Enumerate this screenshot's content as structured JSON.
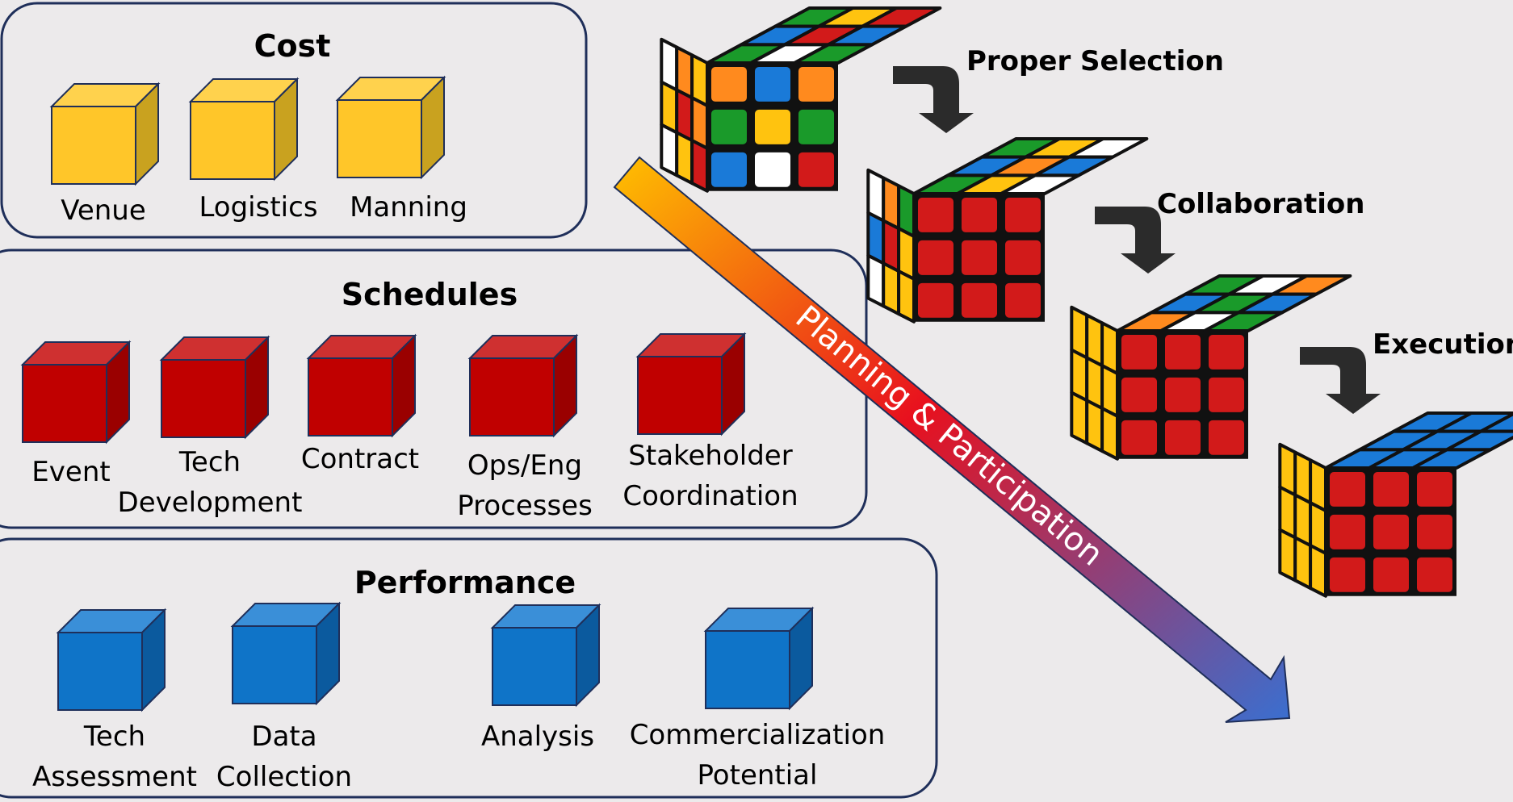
{
  "panels": [
    {
      "title": "Cost",
      "color": "#ffc629",
      "side": "#c9a21f",
      "top": "#ffd24d",
      "items": [
        [
          "Venue"
        ],
        [
          "Logistics"
        ],
        [
          "Manning"
        ]
      ]
    },
    {
      "title": "Schedules",
      "color": "#c00000",
      "side": "#9a0000",
      "top": "#cf3030",
      "items": [
        [
          "Event"
        ],
        [
          "Tech",
          "Development"
        ],
        [
          "Contract"
        ],
        [
          "Ops/Eng",
          "Processes"
        ],
        [
          "Stakeholder",
          "Coordination"
        ]
      ]
    },
    {
      "title": "Performance",
      "color": "#0f74c8",
      "side": "#0b5a9e",
      "top": "#3a8fd8",
      "items": [
        [
          "Tech",
          "Assessment"
        ],
        [
          "Data",
          "Collection"
        ],
        [
          "Analysis"
        ],
        [
          "Commercialization",
          "Potential"
        ]
      ]
    }
  ],
  "stages": [
    "Proper Selection",
    "Collaboration",
    "Execution"
  ],
  "arrow_label": "Planning & Participation",
  "colors": {
    "panel_border": "#1f2f5a",
    "background": "#eceaeb",
    "arrow_start": "#ffc000",
    "arrow_mid": "#e8101e",
    "arrow_end": "#3a6fd0",
    "cube_red": "#d21a1a",
    "cube_blue": "#1a7ad8",
    "cube_yellow": "#ffc30f",
    "cube_green": "#1a9a2a",
    "cube_orange": "#ff8a1e",
    "cube_white": "#ffffff"
  }
}
